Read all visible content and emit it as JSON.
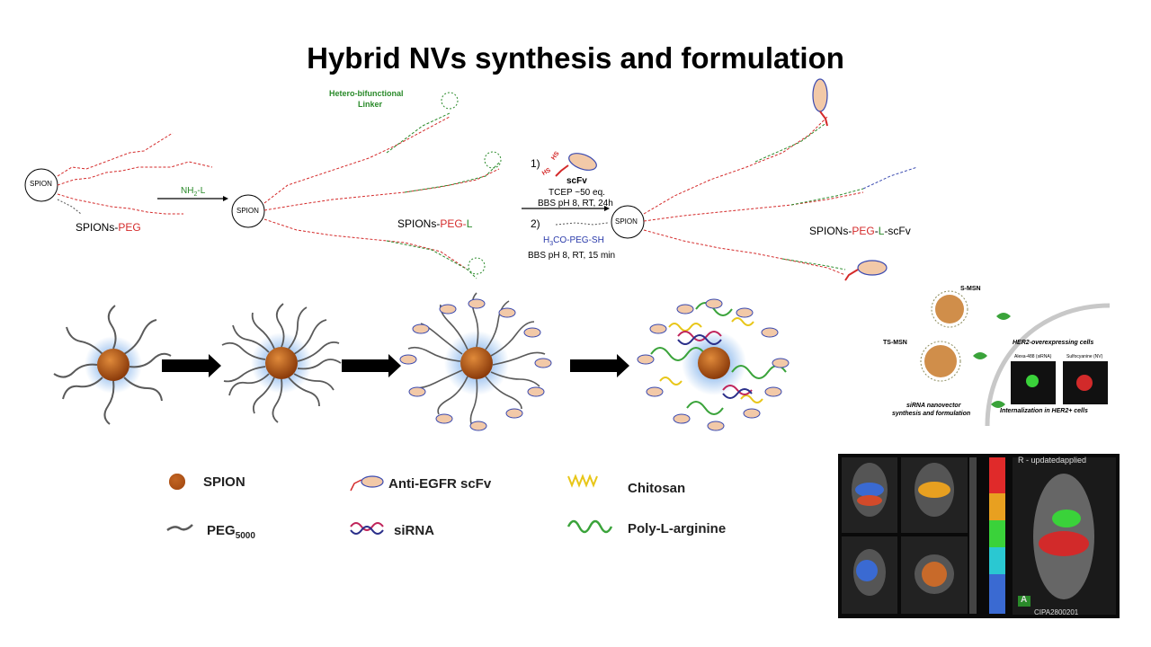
{
  "title": "Hybrid NVs synthesis and formulation",
  "synthesis": {
    "spion_label": "SPION",
    "linker_label_1": "Hetero-bifunctional",
    "linker_label_2": "Linker",
    "reagent_1": "NH",
    "reagent_1_sub": "2",
    "reagent_1_tail": "-L",
    "product_1_a": "SPIONs-",
    "product_1_b": "PEG",
    "product_2_a": "SPIONs-",
    "product_2_b": "PEG-",
    "product_2_c": "L",
    "step_1": "1)",
    "scfv": "scFv",
    "tcep": "TCEP ~50 eq.",
    "cond_1": "BBS pH 8, RT, 24h",
    "step_2": "2)",
    "peg_sh_a": "H",
    "peg_sh_sub": "3",
    "peg_sh_b": "CO-PEG-SH",
    "cond_2": "BBS pH 8, RT, 15 min",
    "product_3_a": "SPIONs-",
    "product_3_b": "PEG",
    "product_3_c": "-",
    "product_3_d": "L",
    "product_3_e": "-scFv",
    "hs": "HS"
  },
  "legend": {
    "spion": "SPION",
    "peg": "PEG",
    "peg_sub": "5000",
    "scfv": "Anti-EGFR scFv",
    "sirna": "siRNA",
    "chitosan": "Chitosan",
    "polyarg": "Poly-L-arginine"
  },
  "inset": {
    "s_msn": "S-MSN",
    "ts_msn": "TS-MSN",
    "her2": "HER2-overexpressing cells",
    "alexa": "Alexa-488 (siRNA)",
    "sulfo": "Sulfocyanine (NV)",
    "caption_1a": "siRNA nanovector",
    "caption_1b": "synthesis and formulation",
    "caption_2": "Internalization in HER2+ cells"
  },
  "scan": {
    "label_top": "R - updatedapplied",
    "label_bottom": "CIPA2800201",
    "badge": "A"
  },
  "colors": {
    "spion_core": "#b5561a",
    "peg_strand": "#5a5a5a",
    "scfv_body": "#f2c9a8",
    "scfv_outline": "#3a4ab0",
    "chitosan": "#e8c619",
    "polyarg": "#3aa33a",
    "sirna_a": "#c0245a",
    "sirna_b": "#2a2f8a",
    "linker_red": "#d42a2a",
    "linker_green": "#2a8a2a"
  }
}
